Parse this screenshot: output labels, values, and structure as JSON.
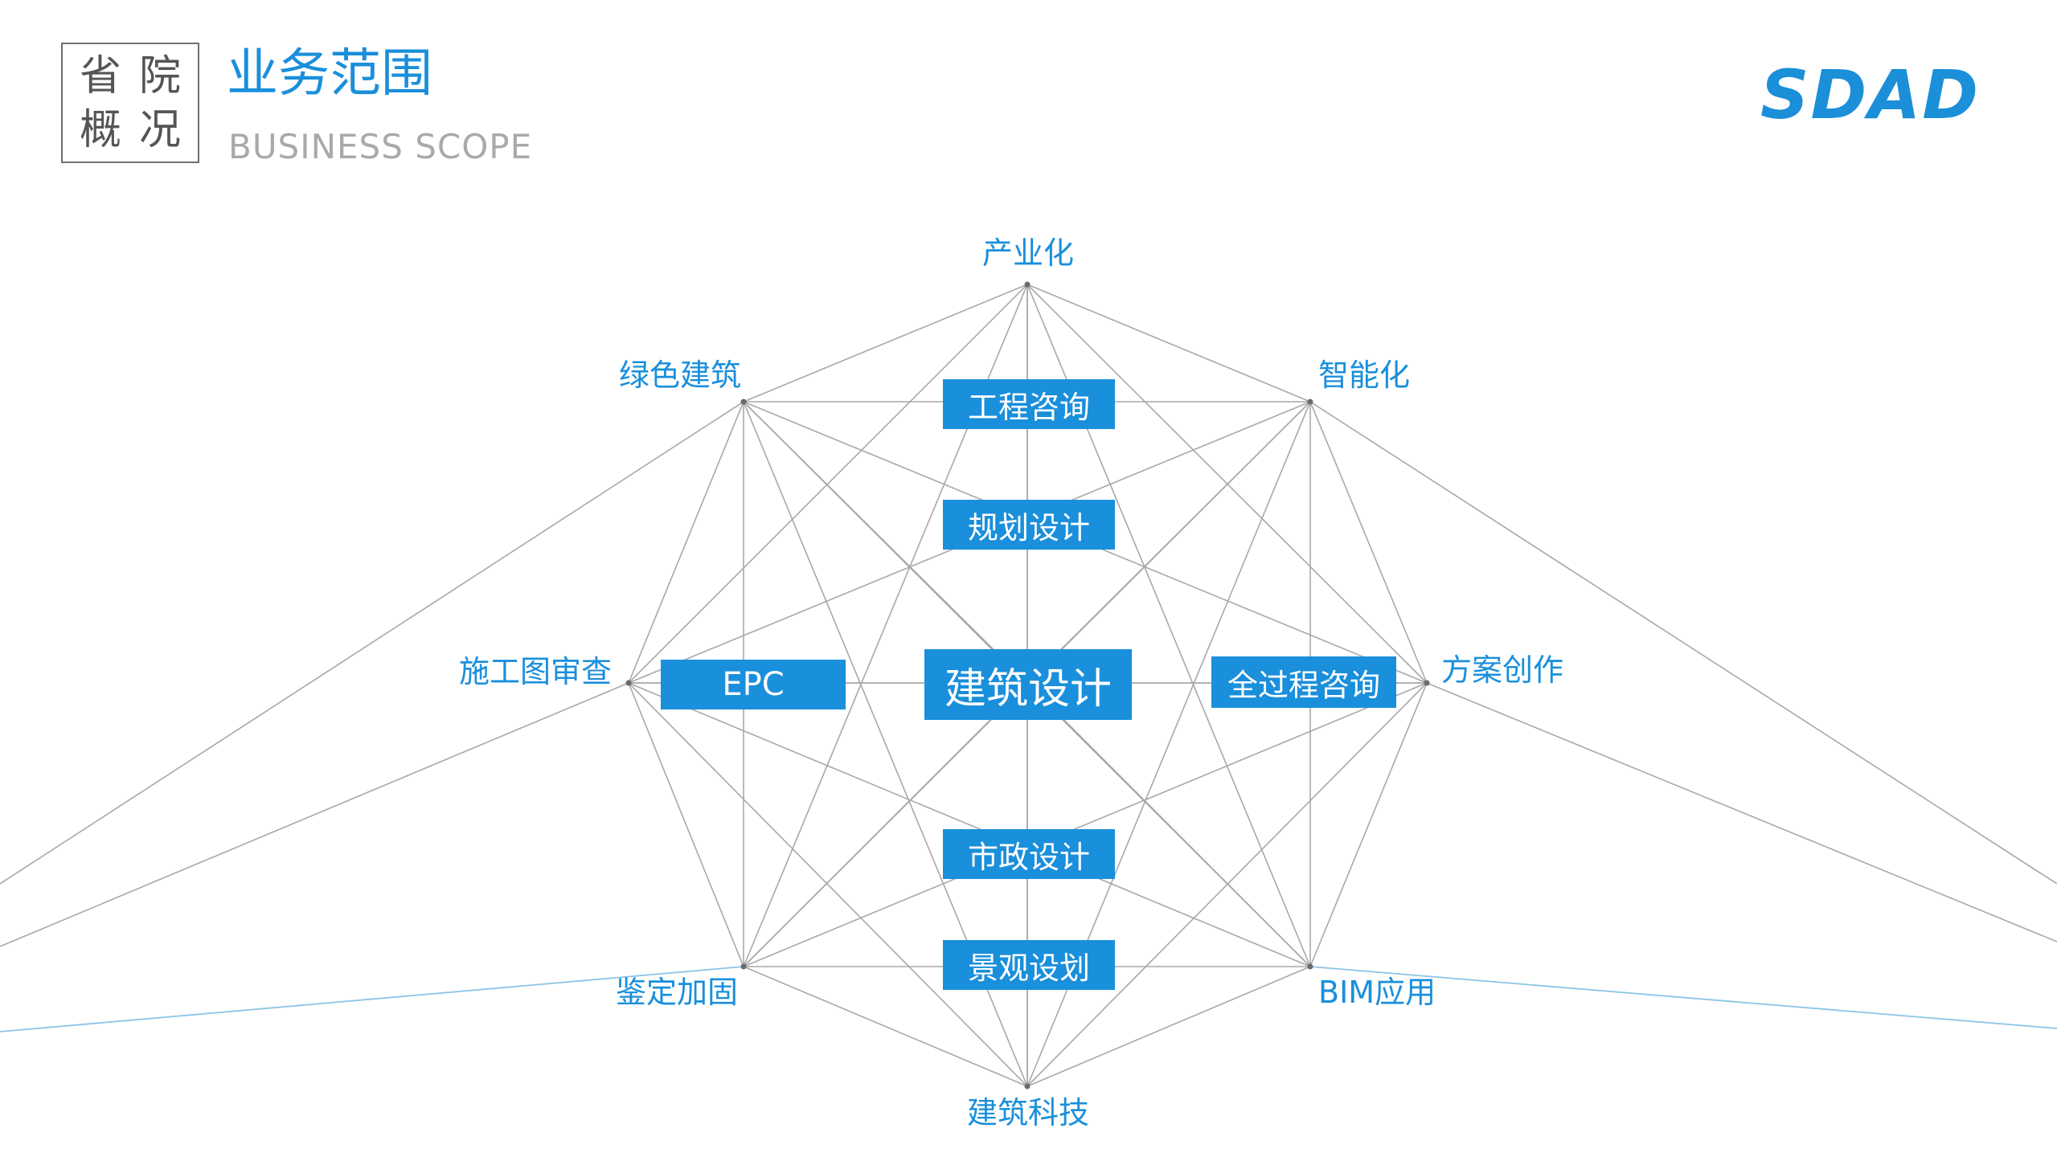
{
  "header": {
    "box_chars": [
      "省",
      "院",
      "概",
      "况"
    ],
    "title": "业务范围",
    "subtitle": "BUSINESS SCOPE",
    "logo": "SDAD"
  },
  "diagram": {
    "outer_nodes": [
      {
        "id": "top",
        "label": "产业化"
      },
      {
        "id": "upper-left",
        "label": "绿色建筑"
      },
      {
        "id": "upper-right",
        "label": "智能化"
      },
      {
        "id": "left",
        "label": "施工图审查"
      },
      {
        "id": "right",
        "label": "方案创作"
      },
      {
        "id": "lower-left",
        "label": "鉴定加固"
      },
      {
        "id": "lower-right",
        "label": "BIM应用"
      },
      {
        "id": "bottom",
        "label": "建筑科技"
      }
    ],
    "boxes": [
      {
        "id": "engineering-consulting",
        "label": "工程咨询"
      },
      {
        "id": "planning-design",
        "label": "规划设计"
      },
      {
        "id": "epc",
        "label": "EPC"
      },
      {
        "id": "architectural-design",
        "label": "建筑设计"
      },
      {
        "id": "whole-process-consulting",
        "label": "全过程咨询"
      },
      {
        "id": "municipal-design",
        "label": "市政设计"
      },
      {
        "id": "landscape-design",
        "label": "景观设划"
      }
    ],
    "colors": {
      "accent": "#1a8fdb",
      "line": "#a8a8a8",
      "accent_line": "#8cc3e8"
    }
  }
}
